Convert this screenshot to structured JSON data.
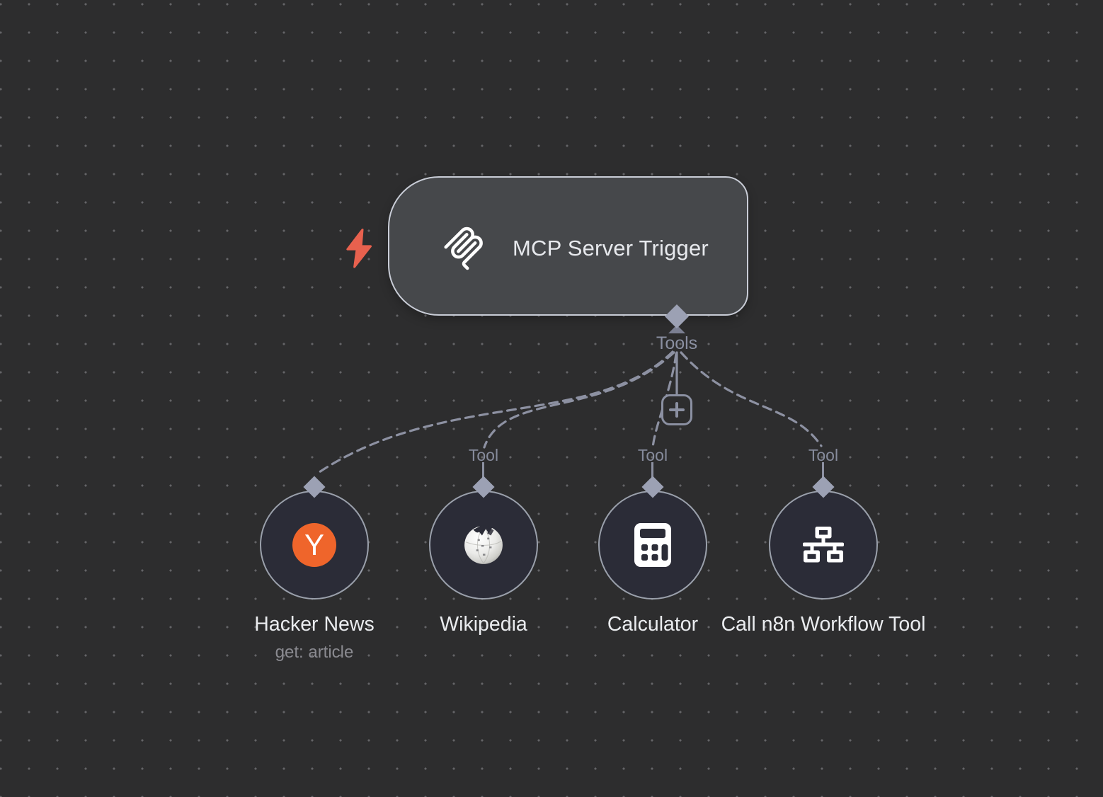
{
  "canvas": {
    "background_color": "#2d2d2e",
    "grid_dot_color": "#646467"
  },
  "trigger": {
    "title": "MCP Server Trigger",
    "output_port_label": "Tools",
    "logo_icon": "mcp-logo",
    "status_icon": "lightning-bolt",
    "node_fill": "#46484b",
    "node_border": "#c9cdd7",
    "bolt_color": "#e8614e"
  },
  "add_tool_button": {
    "icon": "plus"
  },
  "connections": {
    "style": "dashed",
    "color": "#8d91a2",
    "from_port": "Tools",
    "targets": [
      "Hacker News",
      "Wikipedia",
      "Calculator",
      "Call n8n Workflow Tool"
    ]
  },
  "tools": [
    {
      "name": "Hacker News",
      "subtitle": "get: article",
      "icon": "hacker-news-y",
      "glyph": "Y",
      "brand_color": "#ef652b"
    },
    {
      "name": "Wikipedia",
      "port_label": "Tool",
      "icon": "wikipedia-globe"
    },
    {
      "name": "Calculator",
      "port_label": "Tool",
      "icon": "calculator"
    },
    {
      "name": "Call n8n Workflow Tool",
      "port_label": "Tool",
      "icon": "workflow-sitemap"
    }
  ]
}
